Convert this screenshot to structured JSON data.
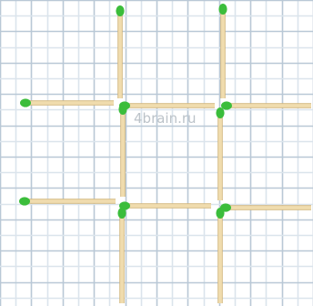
{
  "watermark": "4brain.ru",
  "colors": {
    "background": "#ffffff",
    "grid_line": "#b9c8d6",
    "grid_line_light": "#dbe4ec",
    "match_body": "#f0dcae",
    "match_edge": "#d2b57c",
    "match_head": "#3bbd3b"
  },
  "puzzle": {
    "total_matches": 12,
    "match_head_icon": "green-match-head"
  }
}
